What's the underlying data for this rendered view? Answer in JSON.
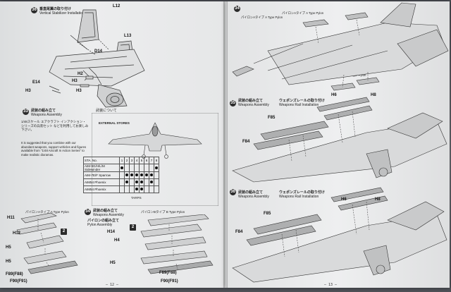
{
  "left_page": {
    "step36": {
      "number": "36",
      "title_jp": "垂直尾翼の取り付け",
      "title_en": "Vertical Stabilizer Installation"
    },
    "step33": {
      "number": "33",
      "title_jp": "武装の組み立て",
      "title_en": "Weapons Assembly",
      "text_jp": "1/48スケール エアクラフト インアクション・シリーズの兵装セット などを利用してお楽しみ下さい。",
      "text_en": "It is suggested that you combine with our abundant weapons, support vehicles and figures available from \"1/48 Aircraft In Action Series\" to make realistic dioramas."
    },
    "stores_note": "武装について",
    "external_stores": {
      "title": "EXTERNAL STORES",
      "sta_label": "STA. No.",
      "stations": [
        "1",
        "2",
        "3",
        "4",
        "5",
        "6",
        "7",
        "8"
      ],
      "rows": [
        {
          "name": "AIM-9G/H/L/M",
          "sub": "Sidewinder"
        },
        {
          "name": "AIM-7E/F",
          "sub": "Sparrow"
        },
        {
          "name": "AIM54",
          "sub": "Phoenix"
        },
        {
          "name": "AIM54",
          "sub": "Phoenix"
        }
      ],
      "footer": "TARPS"
    },
    "step34": {
      "number": "34",
      "title_jp": "武装の組み立て",
      "title_en": "Weapons Assembly",
      "subtitle_jp": "パイロンの組み立て",
      "subtitle_en": "Pylon Assembly"
    },
    "pylon_a": "パイロンAタイプ A Type Pylon",
    "pylon_b": "パイロンBタイプ B Type Pylon",
    "qty": "2",
    "parts": [
      "L12",
      "L13",
      "D14",
      "E14",
      "H3",
      "H3",
      "H3",
      "H2",
      "H11",
      "H12",
      "H5",
      "H5",
      "H14",
      "H4",
      "F89(F88)",
      "F90(F91)",
      "F89(F88)",
      "F90(F91)"
    ],
    "page_number": "— 12 —"
  },
  "right_page": {
    "step34": {
      "number": "34"
    },
    "pylon_a": "パイロンAタイプ A Type Pylon",
    "pylon_b": "パイロンBタイプ B Type Pylon",
    "step35": {
      "number": "35",
      "title_jp": "武装の組み立て",
      "title_en": "Weapons Assembly",
      "subtitle_jp": "ウェポンズレールの取り付け",
      "subtitle_en": "Weapons Rail Installation"
    },
    "step36": {
      "number": "36",
      "title_jp": "武装の組み立て",
      "title_en": "Weapons Assembly",
      "subtitle_jp": "ウェポンズレールの取り付け",
      "subtitle_en": "Weapons Rail Installation"
    },
    "parts": [
      "H6",
      "H8",
      "F85",
      "F84",
      "H6",
      "H8",
      "F85",
      "F84"
    ],
    "page_number": "— 13 —"
  }
}
